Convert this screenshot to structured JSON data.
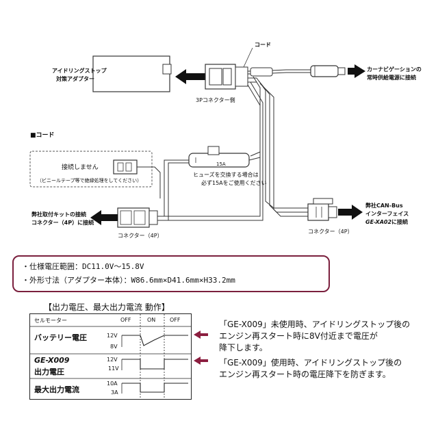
{
  "wiring": {
    "adapter_label_line1": "アイドリングストップ",
    "adapter_label_line2": "対策アダプター",
    "cord_label": "コード",
    "connector_3p_label": "3Pコネクター側",
    "car_nav_line1": "カーナビゲーションの",
    "car_nav_line2": "常時供給電源に接続",
    "cord_section_title": "■コード",
    "not_connected": "接続しません",
    "insulate_note": "（ビニールテープ等で絶縁処理をしてください）",
    "fuse_rating": "15A",
    "fuse_note_line1": "ヒューズを交換する場合は",
    "fuse_note_line2": "必ず15Aをご使用ください",
    "kit_conn_line1": "弊社取付キットの接続",
    "kit_conn_line2": "コネクター（4P）に接続",
    "connector_4p_left": "コネクター（4P）",
    "can_line1": "弊社CAN-Bus",
    "can_line2": "インターフェイス",
    "can_line3_model": "GE-XA02",
    "can_line3_suffix": "に接続",
    "connector_4p_right": "コネクター（4P）"
  },
  "specs": {
    "voltage_range": "・仕様電圧範囲：DC11.0V～15.8V",
    "dimensions": "・外形寸法（アダプター本体）：W86.6mm×D41.6mm×H33.2mm"
  },
  "timing": {
    "title": "【出力電圧、最大出力電流 動作】",
    "row_starter": "セルモーター",
    "states": [
      "OFF",
      "ON",
      "OFF"
    ],
    "row_battery": "バッテリー電圧",
    "battery_levels": [
      "12V",
      "8V"
    ],
    "row_model": "GE-X009",
    "row_model_sub": "出力電圧",
    "output_levels": [
      "12V",
      "11V"
    ],
    "row_current": "最大出力電流",
    "current_levels": [
      "10A",
      "3A"
    ]
  },
  "notes": {
    "without_line1": "「GE-X009」未使用時、アイドリングストップ後の",
    "without_line2": "エンジン再スタート時に8V付近まで電圧が",
    "without_line3": "降下します。",
    "with_line1": "「GE-X009」使用時、アイドリングストップ後の",
    "with_line2": "エンジン再スタート時の電圧降下を防ぎます。",
    "arrow_color": "#8b1e3f"
  }
}
